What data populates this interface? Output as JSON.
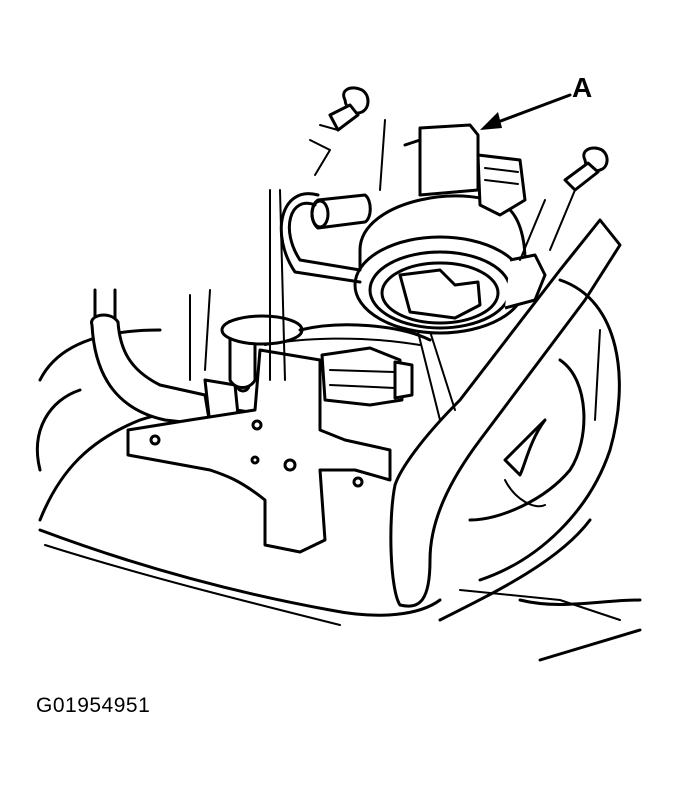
{
  "diagram": {
    "type": "technical line drawing",
    "subject": "engine component assembly with callout",
    "colors": {
      "line": "#000000",
      "background": "#ffffff"
    },
    "callouts": [
      {
        "label": "A",
        "target": "valve/solenoid assembly housing"
      }
    ],
    "figure_id": "G01954951"
  }
}
